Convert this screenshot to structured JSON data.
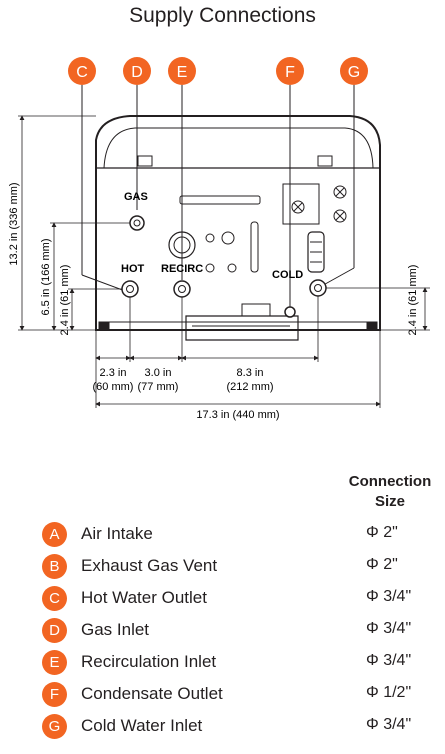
{
  "title": "Supply Connections",
  "callouts": [
    "C",
    "D",
    "E",
    "F",
    "G"
  ],
  "panel_labels": {
    "gas": "GAS",
    "hot": "HOT",
    "recirc": "RECIRC",
    "cold": "COLD"
  },
  "dimensions": {
    "height_total": "13.2 in (336 mm)",
    "height_gas": "6.5 in (166 mm)",
    "height_hot": "2.4 in (61 mm)",
    "height_cold": "2.4 in (61 mm)",
    "w1_in": "2.3 in",
    "w1_mm": "(60 mm)",
    "w2_in": "3.0 in",
    "w2_mm": "(77 mm)",
    "w3_in": "8.3 in",
    "w3_mm": "(212 mm)",
    "width_total": "17.3 in (440 mm)"
  },
  "table": {
    "header_line1": "Connection",
    "header_line2": "Size",
    "rows": [
      {
        "letter": "A",
        "label": "Air Intake",
        "size": "Φ 2\""
      },
      {
        "letter": "B",
        "label": "Exhaust Gas Vent",
        "size": "Φ 2\""
      },
      {
        "letter": "C",
        "label": "Hot Water Outlet",
        "size": "Φ 3/4\""
      },
      {
        "letter": "D",
        "label": "Gas Inlet",
        "size": "Φ 3/4\""
      },
      {
        "letter": "E",
        "label": "Recirculation Inlet",
        "size": "Φ 3/4\""
      },
      {
        "letter": "F",
        "label": "Condensate Outlet",
        "size": "Φ 1/2\""
      },
      {
        "letter": "G",
        "label": "Cold Water Inlet",
        "size": "Φ 3/4\""
      }
    ]
  },
  "colors": {
    "accent": "#f26522",
    "line": "#231f20"
  }
}
